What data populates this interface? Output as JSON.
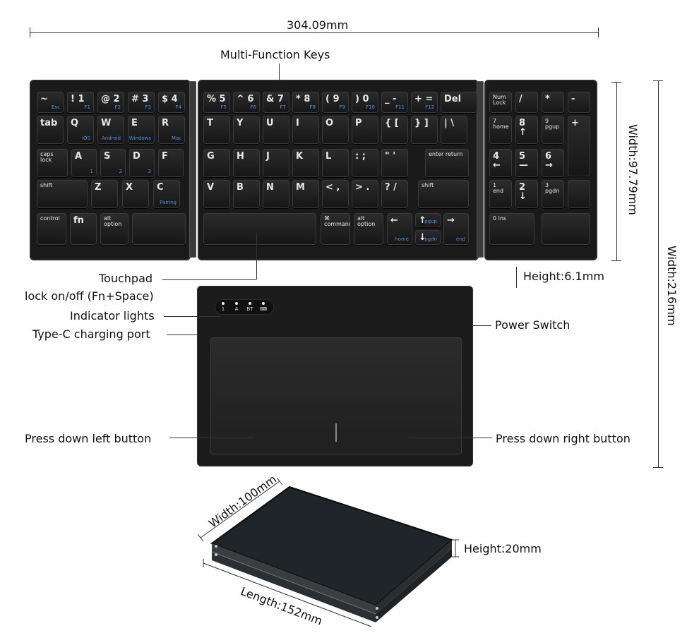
{
  "dimensions": {
    "total_length": "304.09mm",
    "keyboard_width": "Width:97.79mm",
    "full_width": "Width:216mm",
    "keyboard_height": "Height:6.1mm",
    "folded_width": "Width:100mm",
    "folded_height": "Height:20mm",
    "folded_length": "Length:152mm"
  },
  "callouts": {
    "multi_function": "Multi-Function Keys",
    "touchpad_lock_1": "Touchpad",
    "touchpad_lock_2": "lock on/off (Fn+Space)",
    "indicator": "Indicator lights",
    "typec": "Type-C charging port",
    "power": "Power Switch",
    "left_button": "Press down left button",
    "right_button": "Press down right button"
  },
  "leds": [
    "1",
    "A",
    "BT",
    "⌨"
  ],
  "keys": {
    "left_row0": [
      {
        "m": "~",
        "s": "Esc"
      },
      {
        "m": "! 1",
        "s": "F1"
      },
      {
        "m": "@ 2",
        "s": "F2"
      },
      {
        "m": "# 3",
        "s": "F3"
      },
      {
        "m": "$ 4",
        "s": "F4"
      }
    ],
    "left_row1": [
      {
        "m": "tab",
        "s": ""
      },
      {
        "m": "Q",
        "s": "iOS"
      },
      {
        "m": "W",
        "s": "Android"
      },
      {
        "m": "E",
        "s": "Windows"
      },
      {
        "m": "R",
        "s": "Mac"
      }
    ],
    "left_row2": [
      {
        "m": "caps lock",
        "s": ""
      },
      {
        "m": "A",
        "s": "1"
      },
      {
        "m": "S",
        "s": "2"
      },
      {
        "m": "D",
        "s": "3"
      },
      {
        "m": "F",
        "s": ""
      }
    ],
    "left_row3": [
      {
        "m": "shift",
        "s": ""
      },
      {
        "m": "Z",
        "s": ""
      },
      {
        "m": "X",
        "s": ""
      },
      {
        "m": "C",
        "s": "Pairing"
      }
    ],
    "left_row4": [
      {
        "m": "control",
        "s": ""
      },
      {
        "m": "fn",
        "s": ""
      },
      {
        "m": "alt option",
        "s": ""
      },
      {
        "m": "",
        "s": ""
      }
    ],
    "mid_row0": [
      {
        "m": "% 5",
        "s": "F5"
      },
      {
        "m": "^ 6",
        "s": "F6"
      },
      {
        "m": "& 7",
        "s": "F7"
      },
      {
        "m": "* 8",
        "s": "F8"
      },
      {
        "m": "( 9",
        "s": "F9"
      },
      {
        "m": ") 0",
        "s": "F10"
      },
      {
        "m": "_ -",
        "s": "F11"
      },
      {
        "m": "+ =",
        "s": "F12"
      },
      {
        "m": "Del",
        "s": ""
      }
    ],
    "mid_row1": [
      {
        "m": "T",
        "s": ""
      },
      {
        "m": "Y",
        "s": ""
      },
      {
        "m": "U",
        "s": ""
      },
      {
        "m": "I",
        "s": ""
      },
      {
        "m": "O",
        "s": ""
      },
      {
        "m": "P",
        "s": ""
      },
      {
        "m": "{ [",
        "s": ""
      },
      {
        "m": "} ]",
        "s": ""
      },
      {
        "m": "| \\",
        "s": ""
      }
    ],
    "mid_row2": [
      {
        "m": "G",
        "s": ""
      },
      {
        "m": "H",
        "s": ""
      },
      {
        "m": "J",
        "s": ""
      },
      {
        "m": "K",
        "s": ""
      },
      {
        "m": "L",
        "s": ""
      },
      {
        "m": ": ;",
        "s": ""
      },
      {
        "m": "\" '",
        "s": ""
      },
      {
        "m": "enter return",
        "s": ""
      }
    ],
    "mid_row3": [
      {
        "m": "V",
        "s": ""
      },
      {
        "m": "B",
        "s": ""
      },
      {
        "m": "N",
        "s": ""
      },
      {
        "m": "M",
        "s": ""
      },
      {
        "m": "< ,",
        "s": ""
      },
      {
        "m": "> .",
        "s": ""
      },
      {
        "m": "? /",
        "s": ""
      },
      {
        "m": "shift",
        "s": ""
      }
    ],
    "mid_row4": [
      {
        "m": "",
        "s": ""
      },
      {
        "m": "⌘ command",
        "s": ""
      },
      {
        "m": "alt option",
        "s": ""
      },
      {
        "m": "←",
        "s": "home"
      },
      {
        "m": "↑",
        "s": "pgup"
      },
      {
        "m": "→",
        "s": "end"
      }
    ],
    "num_row0": [
      {
        "m": "Num Lock",
        "s": ""
      },
      {
        "m": "/",
        "s": ""
      },
      {
        "m": "*",
        "s": ""
      },
      {
        "m": "-",
        "s": ""
      }
    ],
    "num_row1": [
      {
        "m": "7 home",
        "s": ""
      },
      {
        "m": "8 ↑",
        "s": ""
      },
      {
        "m": "9 pgup",
        "s": ""
      },
      {
        "m": "+",
        "s": ""
      }
    ],
    "num_row2": [
      {
        "m": "4 ←",
        "s": ""
      },
      {
        "m": "5 —",
        "s": ""
      },
      {
        "m": "6 →",
        "s": ""
      }
    ],
    "num_row3": [
      {
        "m": "1 end",
        "s": ""
      },
      {
        "m": "2 ↓",
        "s": ""
      },
      {
        "m": "3 pgdn",
        "s": ""
      }
    ],
    "num_row4": [
      {
        "m": "0 ins",
        "s": ""
      },
      {
        "m": "",
        "s": ""
      }
    ],
    "pgdn": "pgdn"
  }
}
